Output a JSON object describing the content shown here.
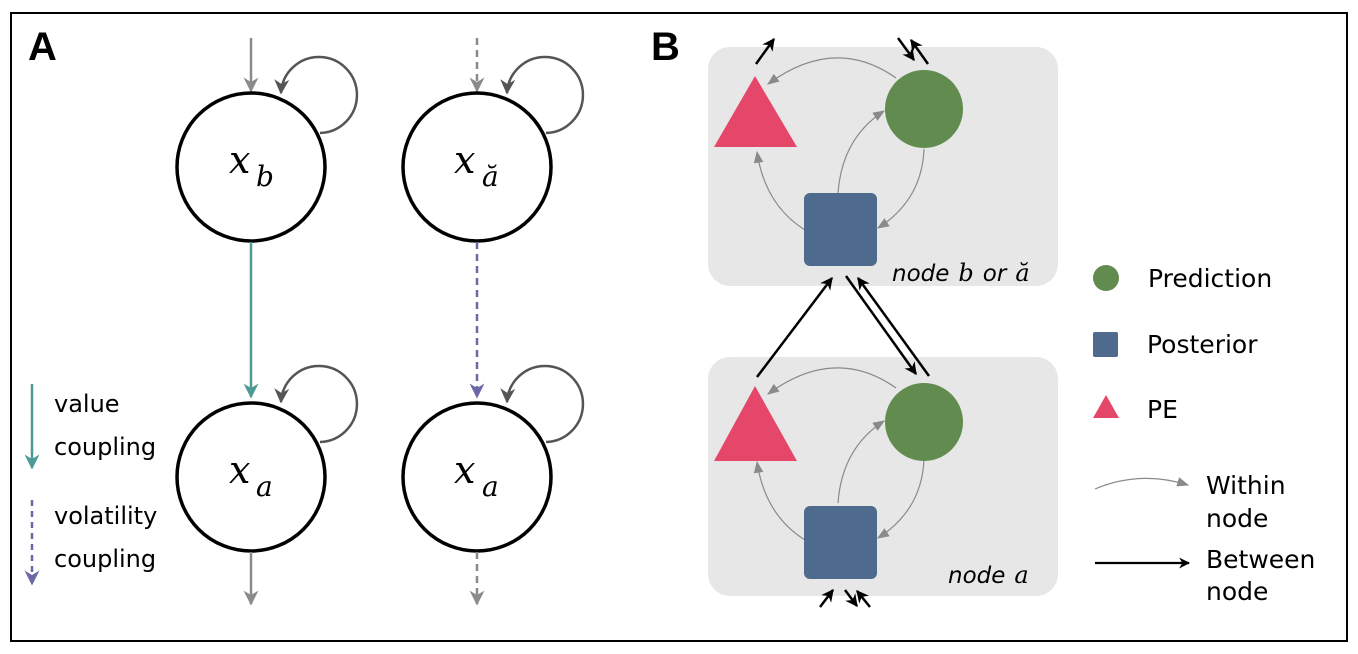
{
  "panels": {
    "a": {
      "label": "A",
      "nodes": [
        {
          "id": "xb",
          "symbol": "x",
          "subscript": "b"
        },
        {
          "id": "xa_breve",
          "symbol": "x",
          "subscript": "ă"
        },
        {
          "id": "xa_left",
          "symbol": "x",
          "subscript": "a"
        },
        {
          "id": "xa_right",
          "symbol": "x",
          "subscript": "a"
        }
      ],
      "legend": {
        "value_coupling": [
          "value",
          "coupling"
        ],
        "volatility_coupling": [
          "volatility",
          "coupling"
        ]
      }
    },
    "b": {
      "label": "B",
      "boxes": {
        "top": {
          "label_prefix": "node",
          "label_var1": "b",
          "label_or": "or",
          "label_var2": "ă"
        },
        "bottom": {
          "label_prefix": "node",
          "label_var": "a"
        }
      },
      "legend": {
        "prediction": "Prediction",
        "posterior": "Posterior",
        "pe": "PE",
        "within": [
          "Within",
          "node"
        ],
        "between": [
          "Between",
          "node"
        ]
      }
    }
  },
  "colors": {
    "value_coupling": "#4d9a96",
    "volatility_coupling": "#6b68a8",
    "prediction": "#628b50",
    "posterior": "#4e6a8c",
    "pe": "#e5476a",
    "box_bg": "#e7e7e7",
    "within_arrow": "#8a8a8a",
    "io_arrow": "#8a8a8a",
    "self_loop": "#555555"
  }
}
